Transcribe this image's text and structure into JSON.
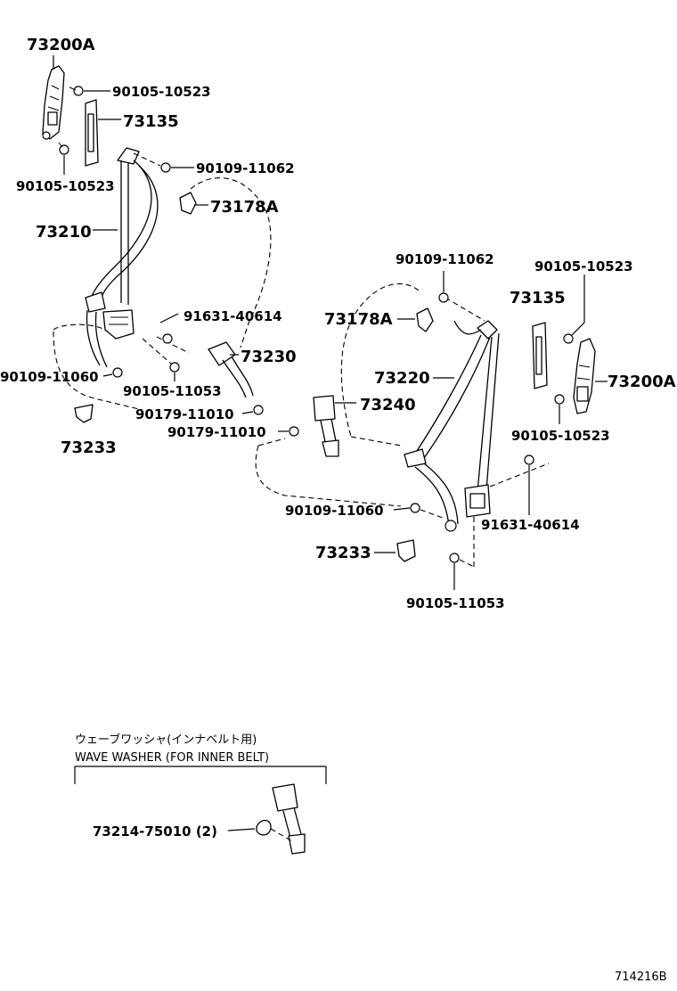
{
  "labels": {
    "l_73200A_top": "73200A",
    "l_90105_10523_a": "90105-10523",
    "l_73135_left": "73135",
    "l_90105_10523_b": "90105-10523",
    "l_90109_11062_left": "90109-11062",
    "l_73178A_left": "73178A",
    "l_73210": "73210",
    "l_91631_40614_left": "91631-40614",
    "l_73230": "73230",
    "l_90109_11060_left": "90109-11060",
    "l_90105_11053_left": "90105-11053",
    "l_90179_11010_a": "90179-11010",
    "l_90179_11010_b": "90179-11010",
    "l_73233_left": "73233",
    "l_73240": "73240",
    "l_90109_11062_right": "90109-11062",
    "l_90105_10523_c": "90105-10523",
    "l_73135_right": "73135",
    "l_73178A_right": "73178A",
    "l_73220": "73220",
    "l_73200A_right": "73200A",
    "l_90105_10523_d": "90105-10523",
    "l_90109_11060_right": "90109-11060",
    "l_91631_40614_right": "91631-40614",
    "l_73233_right": "73233",
    "l_90105_11053_right": "90105-11053"
  },
  "inset": {
    "title_jp": "ウェーブワッシャ(インナベルト用)",
    "title_en": "WAVE WASHER (FOR INNER BELT)",
    "part_label": "73214-75010 (2)"
  },
  "figure_id": "714216B"
}
